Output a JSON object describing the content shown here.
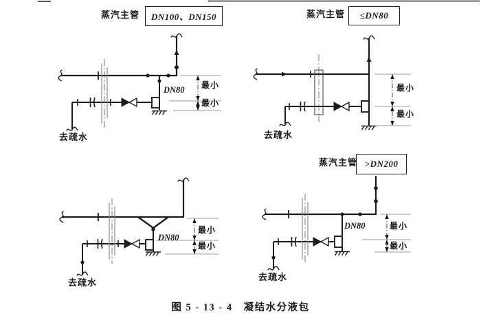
{
  "figure": {
    "caption": "图 5 - 13 - 4　凝结水分液包"
  },
  "labels": {
    "steam_main": "蒸汽主管",
    "to_drain": "去疏水",
    "minimum": "最小",
    "branch_size": "DN80"
  },
  "size_boxes": {
    "top_left": "DN100、DN150",
    "top_right": "≤DN80",
    "bottom_right": ">DN200"
  },
  "colors": {
    "ink": "#1c1c1c",
    "light_extension_line": "#9b9b9b",
    "sleeve_line": "#8a8a8a",
    "background": "#ffffff"
  }
}
